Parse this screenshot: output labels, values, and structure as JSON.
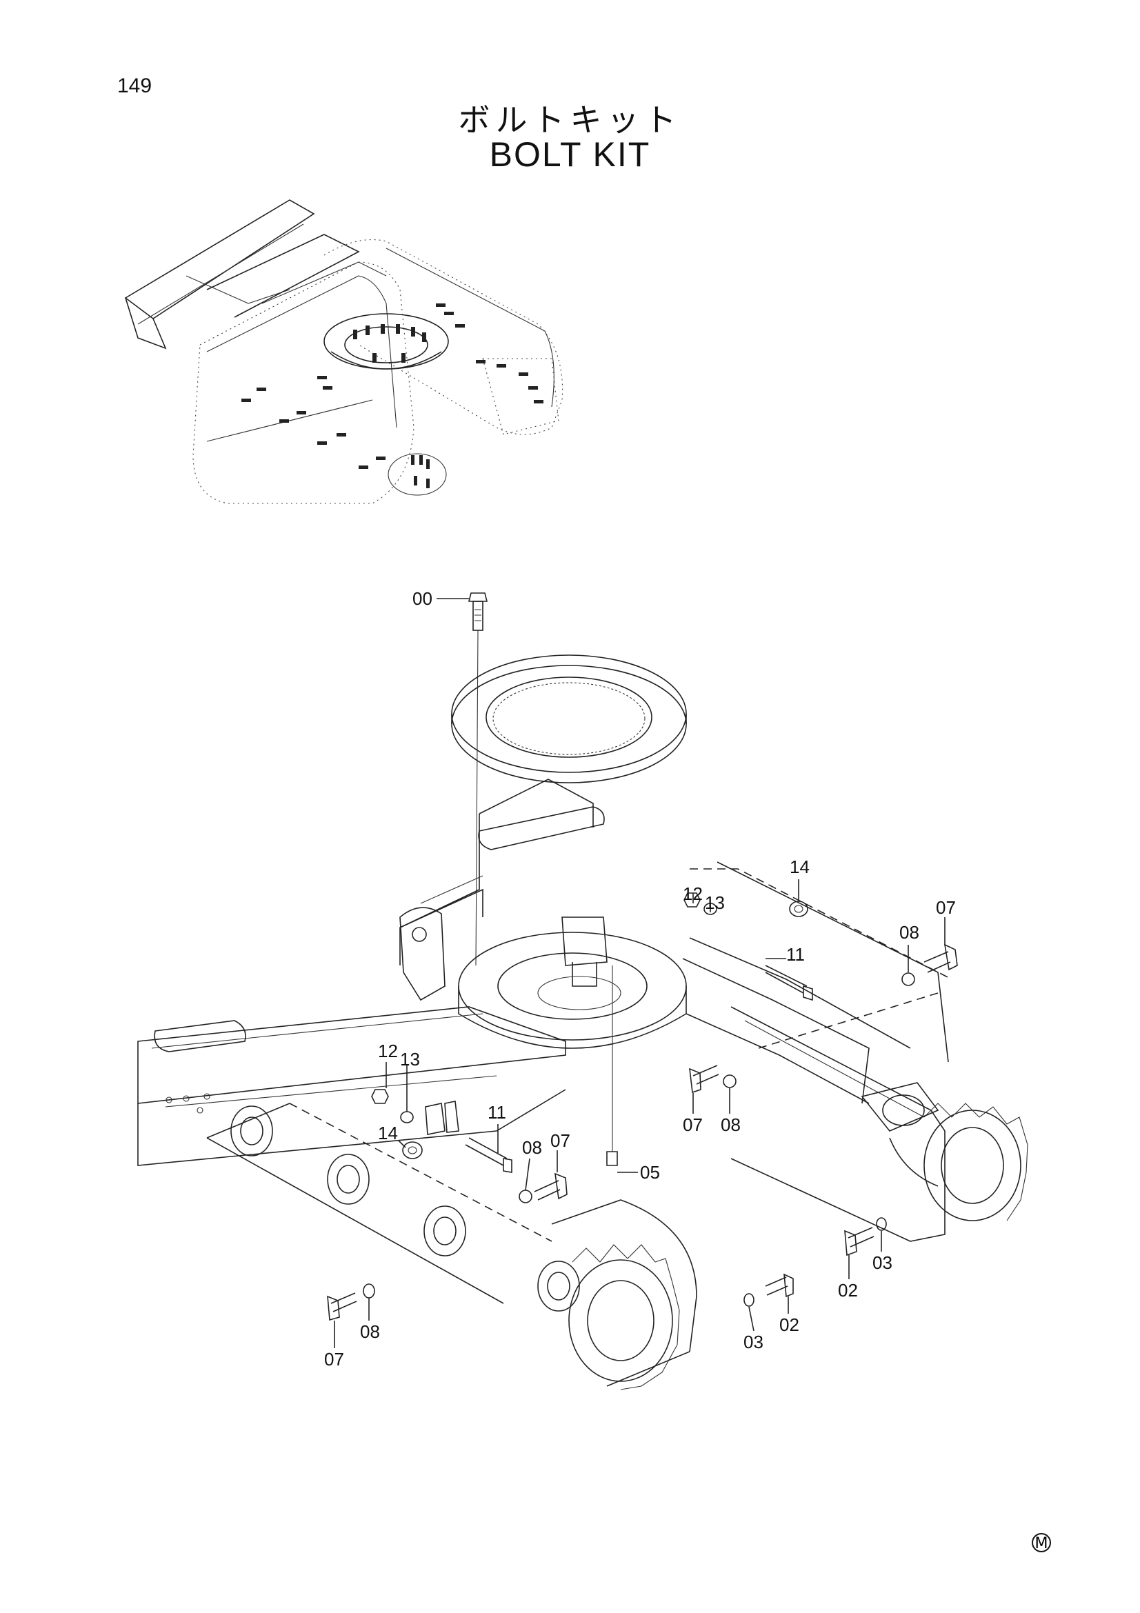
{
  "page_number": "149",
  "title_jp": "ボルトキット",
  "title_en": "BOLT KIT",
  "callouts": [
    {
      "id": "c00",
      "text": "00"
    },
    {
      "id": "c14a",
      "text": "14"
    },
    {
      "id": "c12a",
      "text": "12"
    },
    {
      "id": "c13a",
      "text": "13"
    },
    {
      "id": "c11a",
      "text": "11"
    },
    {
      "id": "c08a",
      "text": "08"
    },
    {
      "id": "c07a",
      "text": "07"
    },
    {
      "id": "c12b",
      "text": "12"
    },
    {
      "id": "c13b",
      "text": "13"
    },
    {
      "id": "c11b",
      "text": "11"
    },
    {
      "id": "c14b",
      "text": "14"
    },
    {
      "id": "c08b",
      "text": "08"
    },
    {
      "id": "c07b",
      "text": "07"
    },
    {
      "id": "c05",
      "text": "05"
    },
    {
      "id": "c07c",
      "text": "07"
    },
    {
      "id": "c08c",
      "text": "08"
    },
    {
      "id": "c02a",
      "text": "02"
    },
    {
      "id": "c03a",
      "text": "03"
    },
    {
      "id": "c03b",
      "text": "03"
    },
    {
      "id": "c02b",
      "text": "02"
    },
    {
      "id": "c07d",
      "text": "07"
    },
    {
      "id": "c08d",
      "text": "08"
    }
  ],
  "footer_mark": "M"
}
